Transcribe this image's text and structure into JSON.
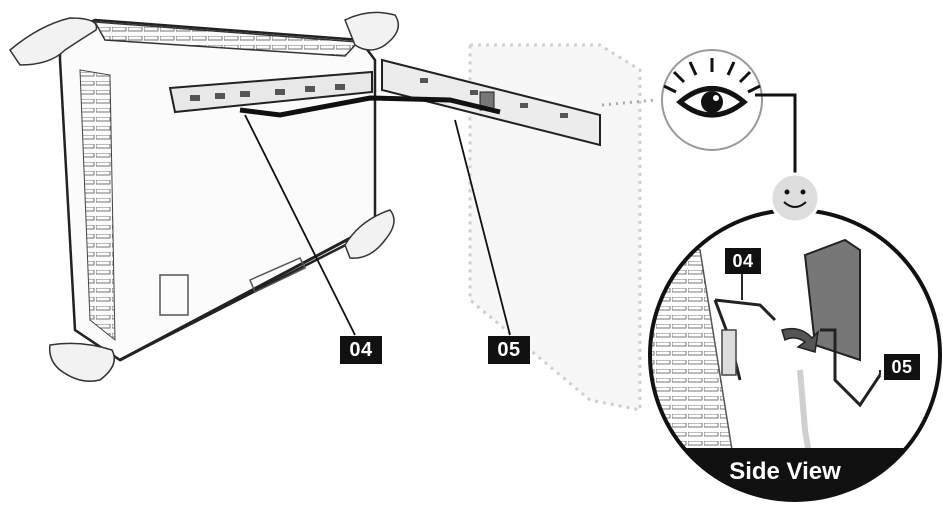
{
  "labels": {
    "heater_bracket": "04",
    "wall_bracket": "05",
    "detail_heater_bracket": "04",
    "detail_wall_bracket": "05",
    "side_view": "Side View"
  },
  "colors": {
    "label_bg": "#111111",
    "label_text": "#ffffff",
    "line": "#222222",
    "arrow": "#333333",
    "wall_ghost": "#e6e6e6",
    "smiley": "#dddddd"
  },
  "icons": {
    "eye": "eye-icon",
    "smiley": "smiley-icon",
    "arrow": "curved-arrow-icon"
  }
}
